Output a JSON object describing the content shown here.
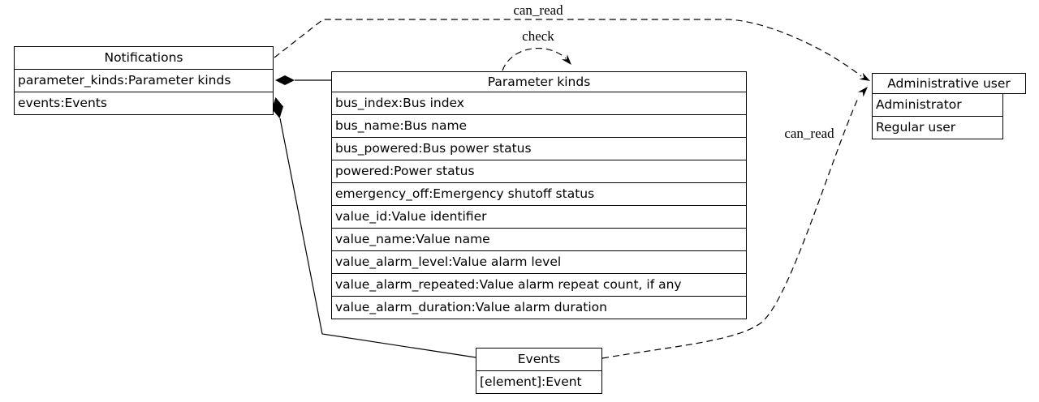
{
  "diagram": {
    "nodes": {
      "notifications": {
        "title": "Notifications",
        "rows": [
          "parameter_kinds:Parameter kinds",
          "events:Events"
        ]
      },
      "parameter_kinds": {
        "title": "Parameter kinds",
        "rows": [
          "bus_index:Bus index",
          "bus_name:Bus name",
          "bus_powered:Bus power status",
          "powered:Power status",
          "emergency_off:Emergency shutoff status",
          "value_id:Value identifier",
          "value_name:Value name",
          "value_alarm_level:Value alarm level",
          "value_alarm_repeated:Value alarm repeat count, if any",
          "value_alarm_duration:Value alarm duration"
        ]
      },
      "administrative_user": {
        "title": "Administrative user",
        "rows": [
          "Administrator",
          "Regular user"
        ]
      },
      "events": {
        "title": "Events",
        "rows": [
          "[element]:Event"
        ]
      }
    },
    "edge_labels": {
      "can_read_top": "can_read",
      "check": "check",
      "can_read_bottom": "can_read"
    },
    "colors": {
      "line": "#000000",
      "background": "#ffffff"
    }
  }
}
